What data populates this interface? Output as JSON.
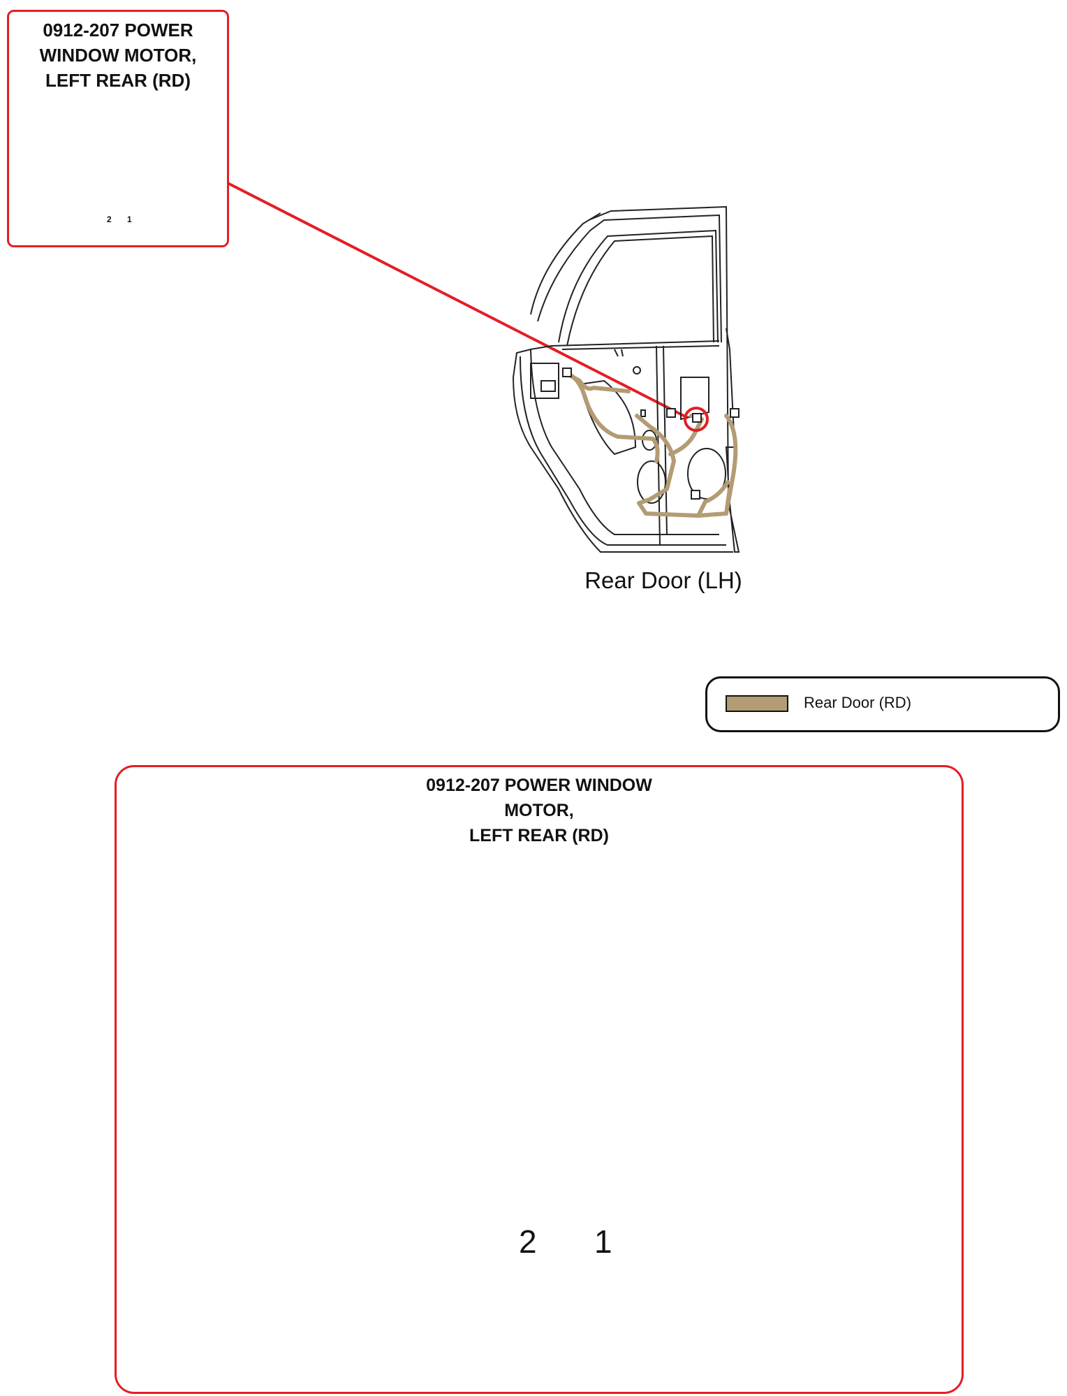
{
  "callout_small": {
    "title_lines": [
      "0912-207 POWER",
      "WINDOW MOTOR,",
      "LEFT REAR (RD)"
    ]
  },
  "callout_large": {
    "title_lines": [
      "0912-207 POWER WINDOW",
      "MOTOR,",
      "LEFT REAR (RD)"
    ]
  },
  "door_caption": "Rear Door (LH)",
  "legend": {
    "label": "Rear Door (RD)",
    "swatch_color": "#b39b74"
  },
  "connector": {
    "pins": [
      {
        "number": "2",
        "wire_color": "GY",
        "fill": "#808080"
      },
      {
        "number": "1",
        "wire_color_top": "W",
        "wire_color_bottom": "V",
        "fill_top": "#ffffff",
        "fill_bottom": "#7a1fe0"
      }
    ]
  },
  "colors": {
    "callout_border": "#e31e24",
    "harness": "#b39b74"
  }
}
